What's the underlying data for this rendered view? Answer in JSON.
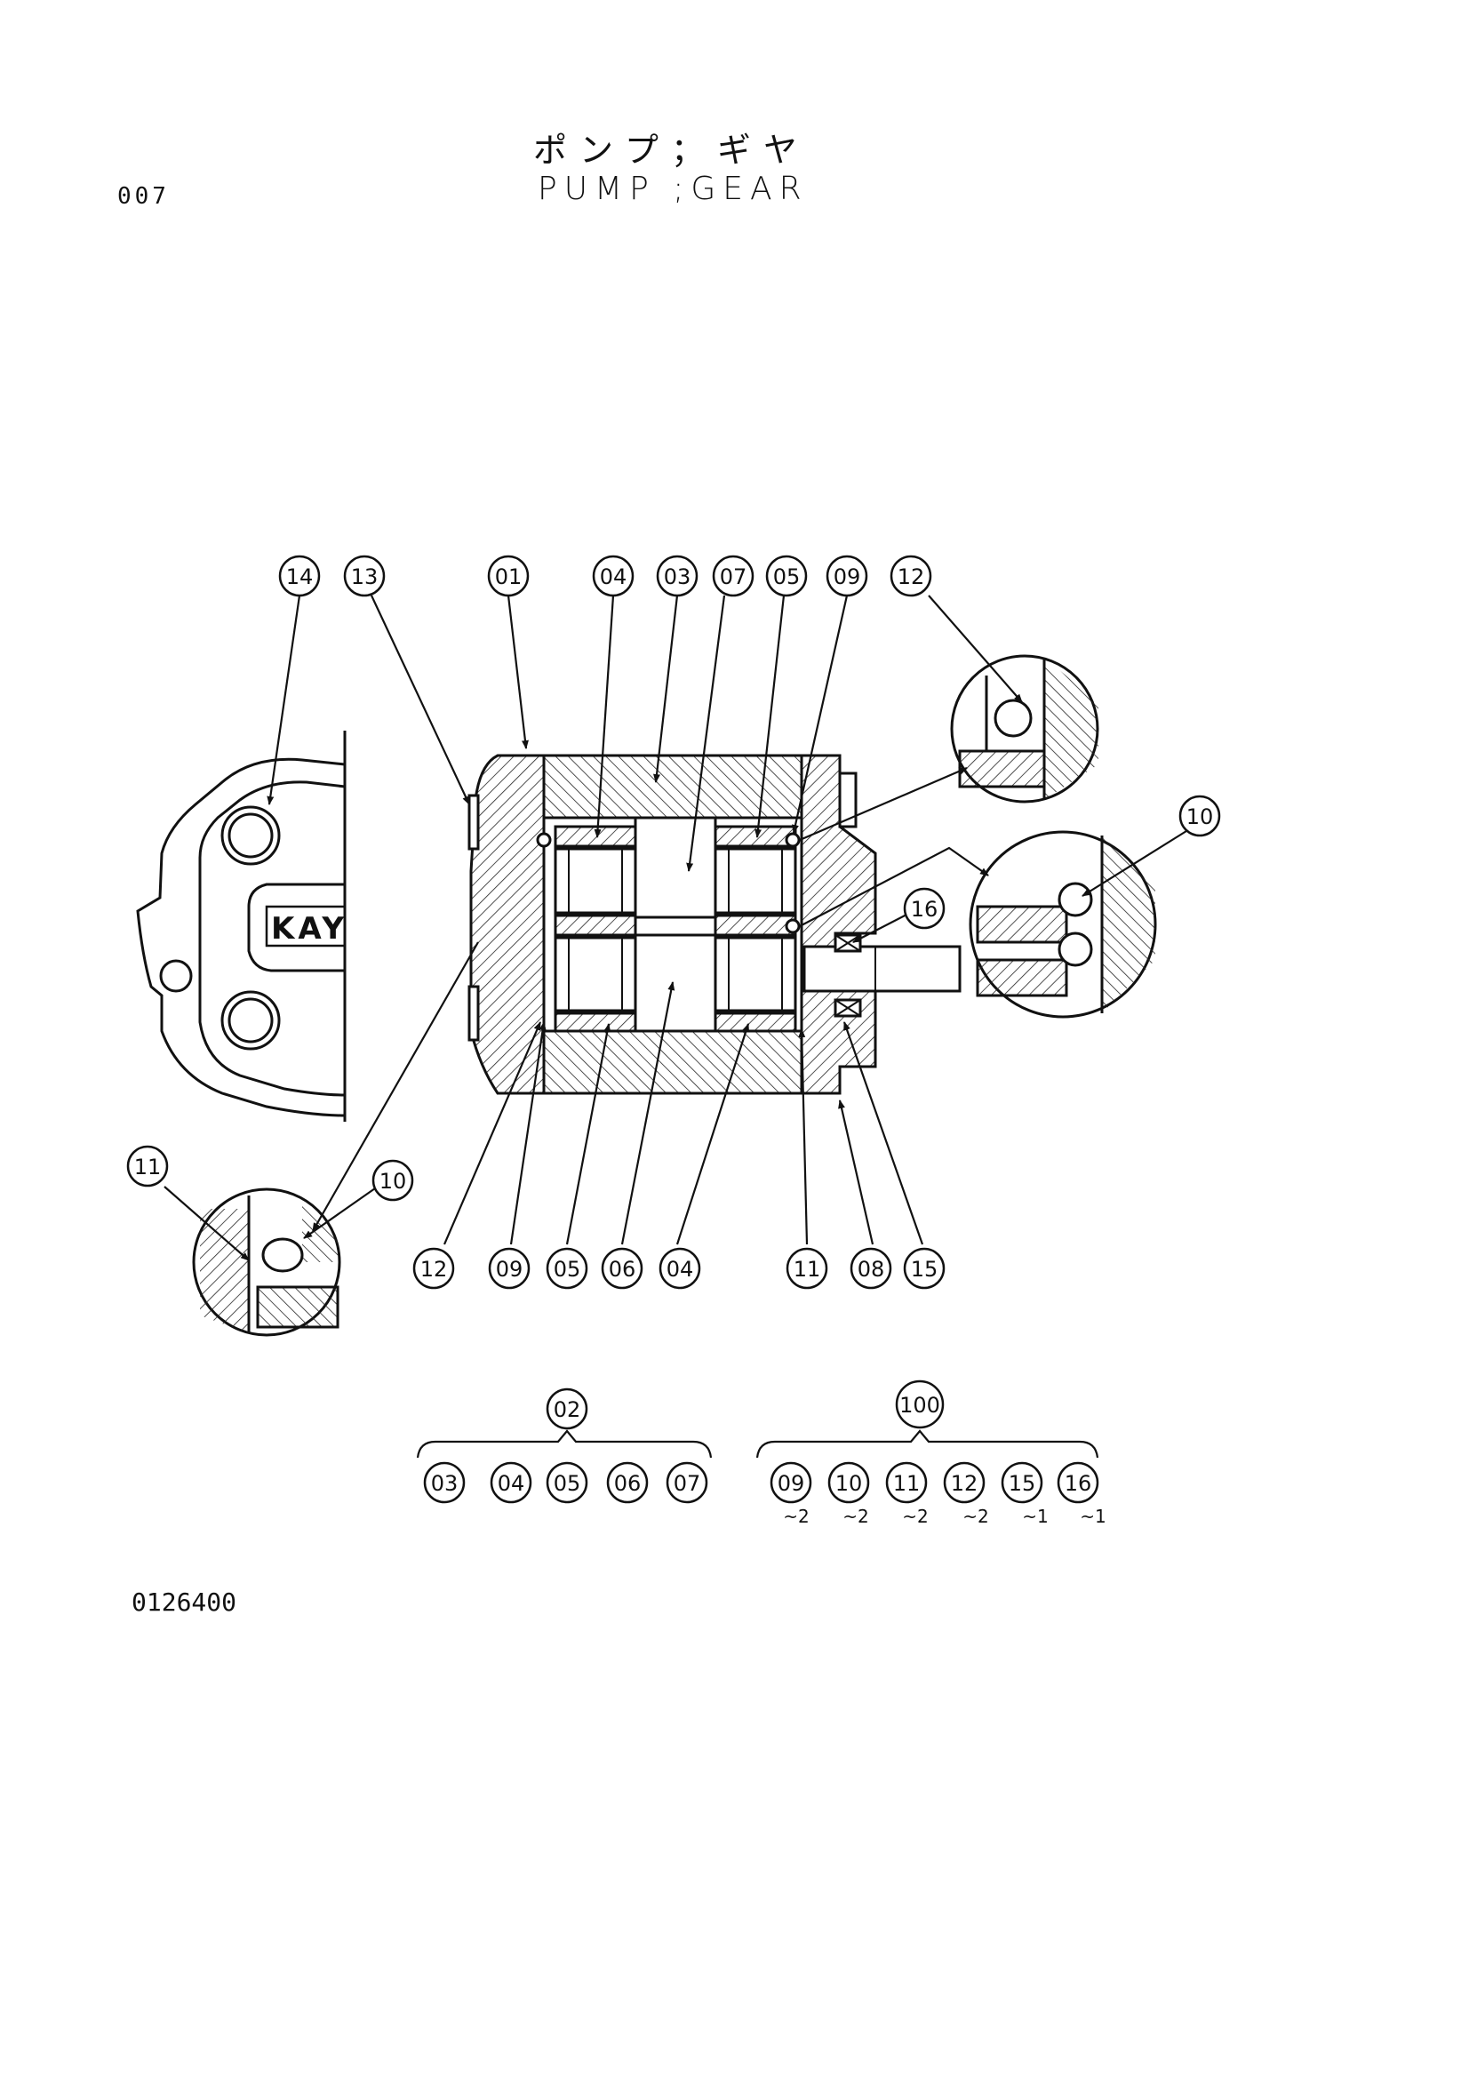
{
  "header": {
    "page_number": "007",
    "title_jp": "ポンプ；ギヤ",
    "title_en": "PUMP ;GEAR"
  },
  "drawing_number": "0126400",
  "callouts": [
    {
      "id": "c14",
      "label": "14"
    },
    {
      "id": "c13",
      "label": "13"
    },
    {
      "id": "c01",
      "label": "01"
    },
    {
      "id": "c04a",
      "label": "04"
    },
    {
      "id": "c03",
      "label": "03"
    },
    {
      "id": "c07",
      "label": "07"
    },
    {
      "id": "c05a",
      "label": "05"
    },
    {
      "id": "c09a",
      "label": "09"
    },
    {
      "id": "c12a",
      "label": "12"
    },
    {
      "id": "c10a",
      "label": "10"
    },
    {
      "id": "c16",
      "label": "16"
    },
    {
      "id": "c11a",
      "label": "11"
    },
    {
      "id": "c10b",
      "label": "10"
    },
    {
      "id": "c12b",
      "label": "12"
    },
    {
      "id": "c09b",
      "label": "09"
    },
    {
      "id": "c05b",
      "label": "05"
    },
    {
      "id": "c06",
      "label": "06"
    },
    {
      "id": "c04b",
      "label": "04"
    },
    {
      "id": "c11b",
      "label": "11"
    },
    {
      "id": "c08",
      "label": "08"
    },
    {
      "id": "c15",
      "label": "15"
    }
  ],
  "assemblies": [
    {
      "id": "asm02",
      "label": "02",
      "parts": [
        {
          "label": "03",
          "qty": ""
        },
        {
          "label": "04",
          "qty": ""
        },
        {
          "label": "05",
          "qty": ""
        },
        {
          "label": "06",
          "qty": ""
        },
        {
          "label": "07",
          "qty": ""
        }
      ]
    },
    {
      "id": "asm100",
      "label": "100",
      "parts": [
        {
          "label": "09",
          "qty": "~2"
        },
        {
          "label": "10",
          "qty": "~2"
        },
        {
          "label": "11",
          "qty": "~2"
        },
        {
          "label": "12",
          "qty": "~2"
        },
        {
          "label": "15",
          "qty": "~1"
        },
        {
          "label": "16",
          "qty": "~1"
        }
      ]
    }
  ],
  "logo_text": "KAY"
}
